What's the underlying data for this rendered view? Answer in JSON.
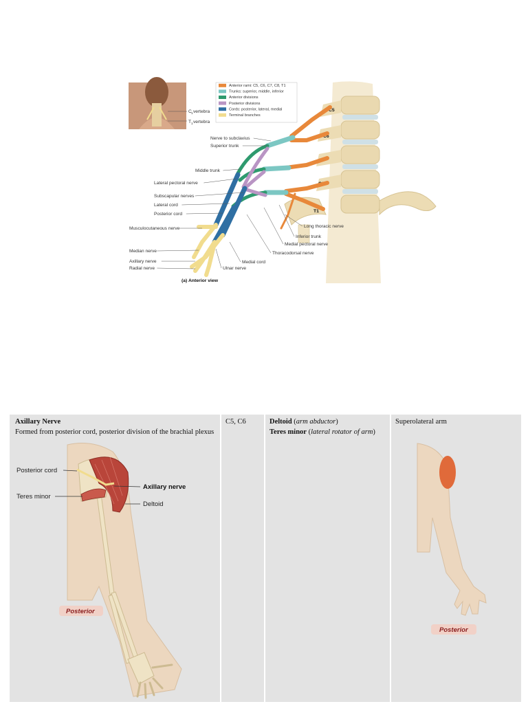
{
  "top_figure": {
    "caption": "(a) Anterior view",
    "vertebra_labels": {
      "c1": "C",
      "c1_sub": "1",
      "c1_tail": " vertebra",
      "t1": "T",
      "t1_sub": "1",
      "t1_tail": " vertebra"
    },
    "legend": [
      {
        "label": "Anterior rami: C5, C6, C7, C8, T1",
        "color": "#e8883a"
      },
      {
        "label": "Trunks: superior, middle, inferior",
        "color": "#7cc7c3"
      },
      {
        "label": "Anterior divisions",
        "color": "#2e9a6e"
      },
      {
        "label": "Posterior divisions",
        "color": "#b995c4"
      },
      {
        "label": "Cords: posterior, lateral, medial",
        "color": "#2f6fa3"
      },
      {
        "label": "Terminal branches",
        "color": "#f1dc8e"
      }
    ],
    "spinal_labels": [
      "C5",
      "C6",
      "C7",
      "C8",
      "T1"
    ],
    "left_labels": [
      "Nerve to subclavius",
      "Superior trunk",
      "Middle trunk",
      "Lateral pectoral nerve",
      "Subscapular nerves",
      "Lateral cord",
      "Posterior cord",
      "Musculocutaneous nerve",
      "Median nerve",
      "Axillary nerve",
      "Radial nerve"
    ],
    "right_labels": [
      "Long thoracic nerve",
      "Inferior trunk",
      "Medial pectoral nerve",
      "Thoracodorsal nerve",
      "Medial cord",
      "Ulnar nerve"
    ]
  },
  "table": {
    "nerve_title": "Axillary Nerve",
    "nerve_description": "Formed from posterior cord, posterior division of the brachial plexus",
    "roots": "C5, C6",
    "muscles": [
      {
        "name": "Deltoid",
        "action": "arm abductor"
      },
      {
        "name": "Teres minor",
        "action": "lateral rotator of arm"
      }
    ],
    "region": "Superolateral arm",
    "arm_labels": {
      "posterior_cord": "Posterior cord",
      "teres_minor": "Teres minor",
      "axillary_nerve": "Axillary nerve",
      "deltoid": "Deltoid",
      "view_tag": "Posterior"
    },
    "region_view_tag": "Posterior",
    "colors": {
      "cell_bg": "#e3e3e3",
      "skin": "#ecd7bf",
      "bone": "#efe3c5",
      "muscle": "#b9453a",
      "sensory": "#e06a3a"
    }
  }
}
